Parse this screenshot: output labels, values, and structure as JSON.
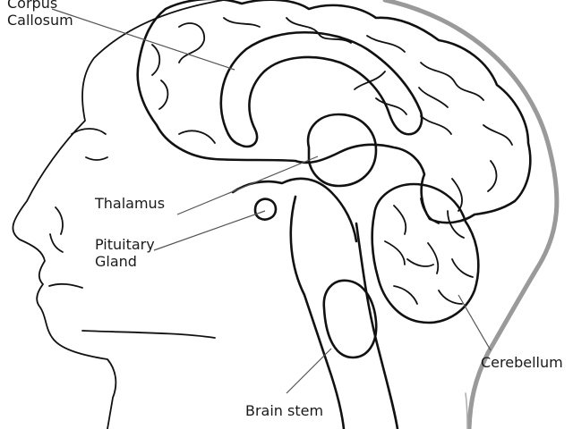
{
  "labels": {
    "corpus_callosum": [
      "Corpus",
      "Callosum"
    ],
    "thalamus": "Thalamus",
    "pituitary_gland": [
      "Pituitary",
      "Gland"
    ],
    "cerebellum": "Cerebellum",
    "brain_stem": "Brain stem"
  }
}
